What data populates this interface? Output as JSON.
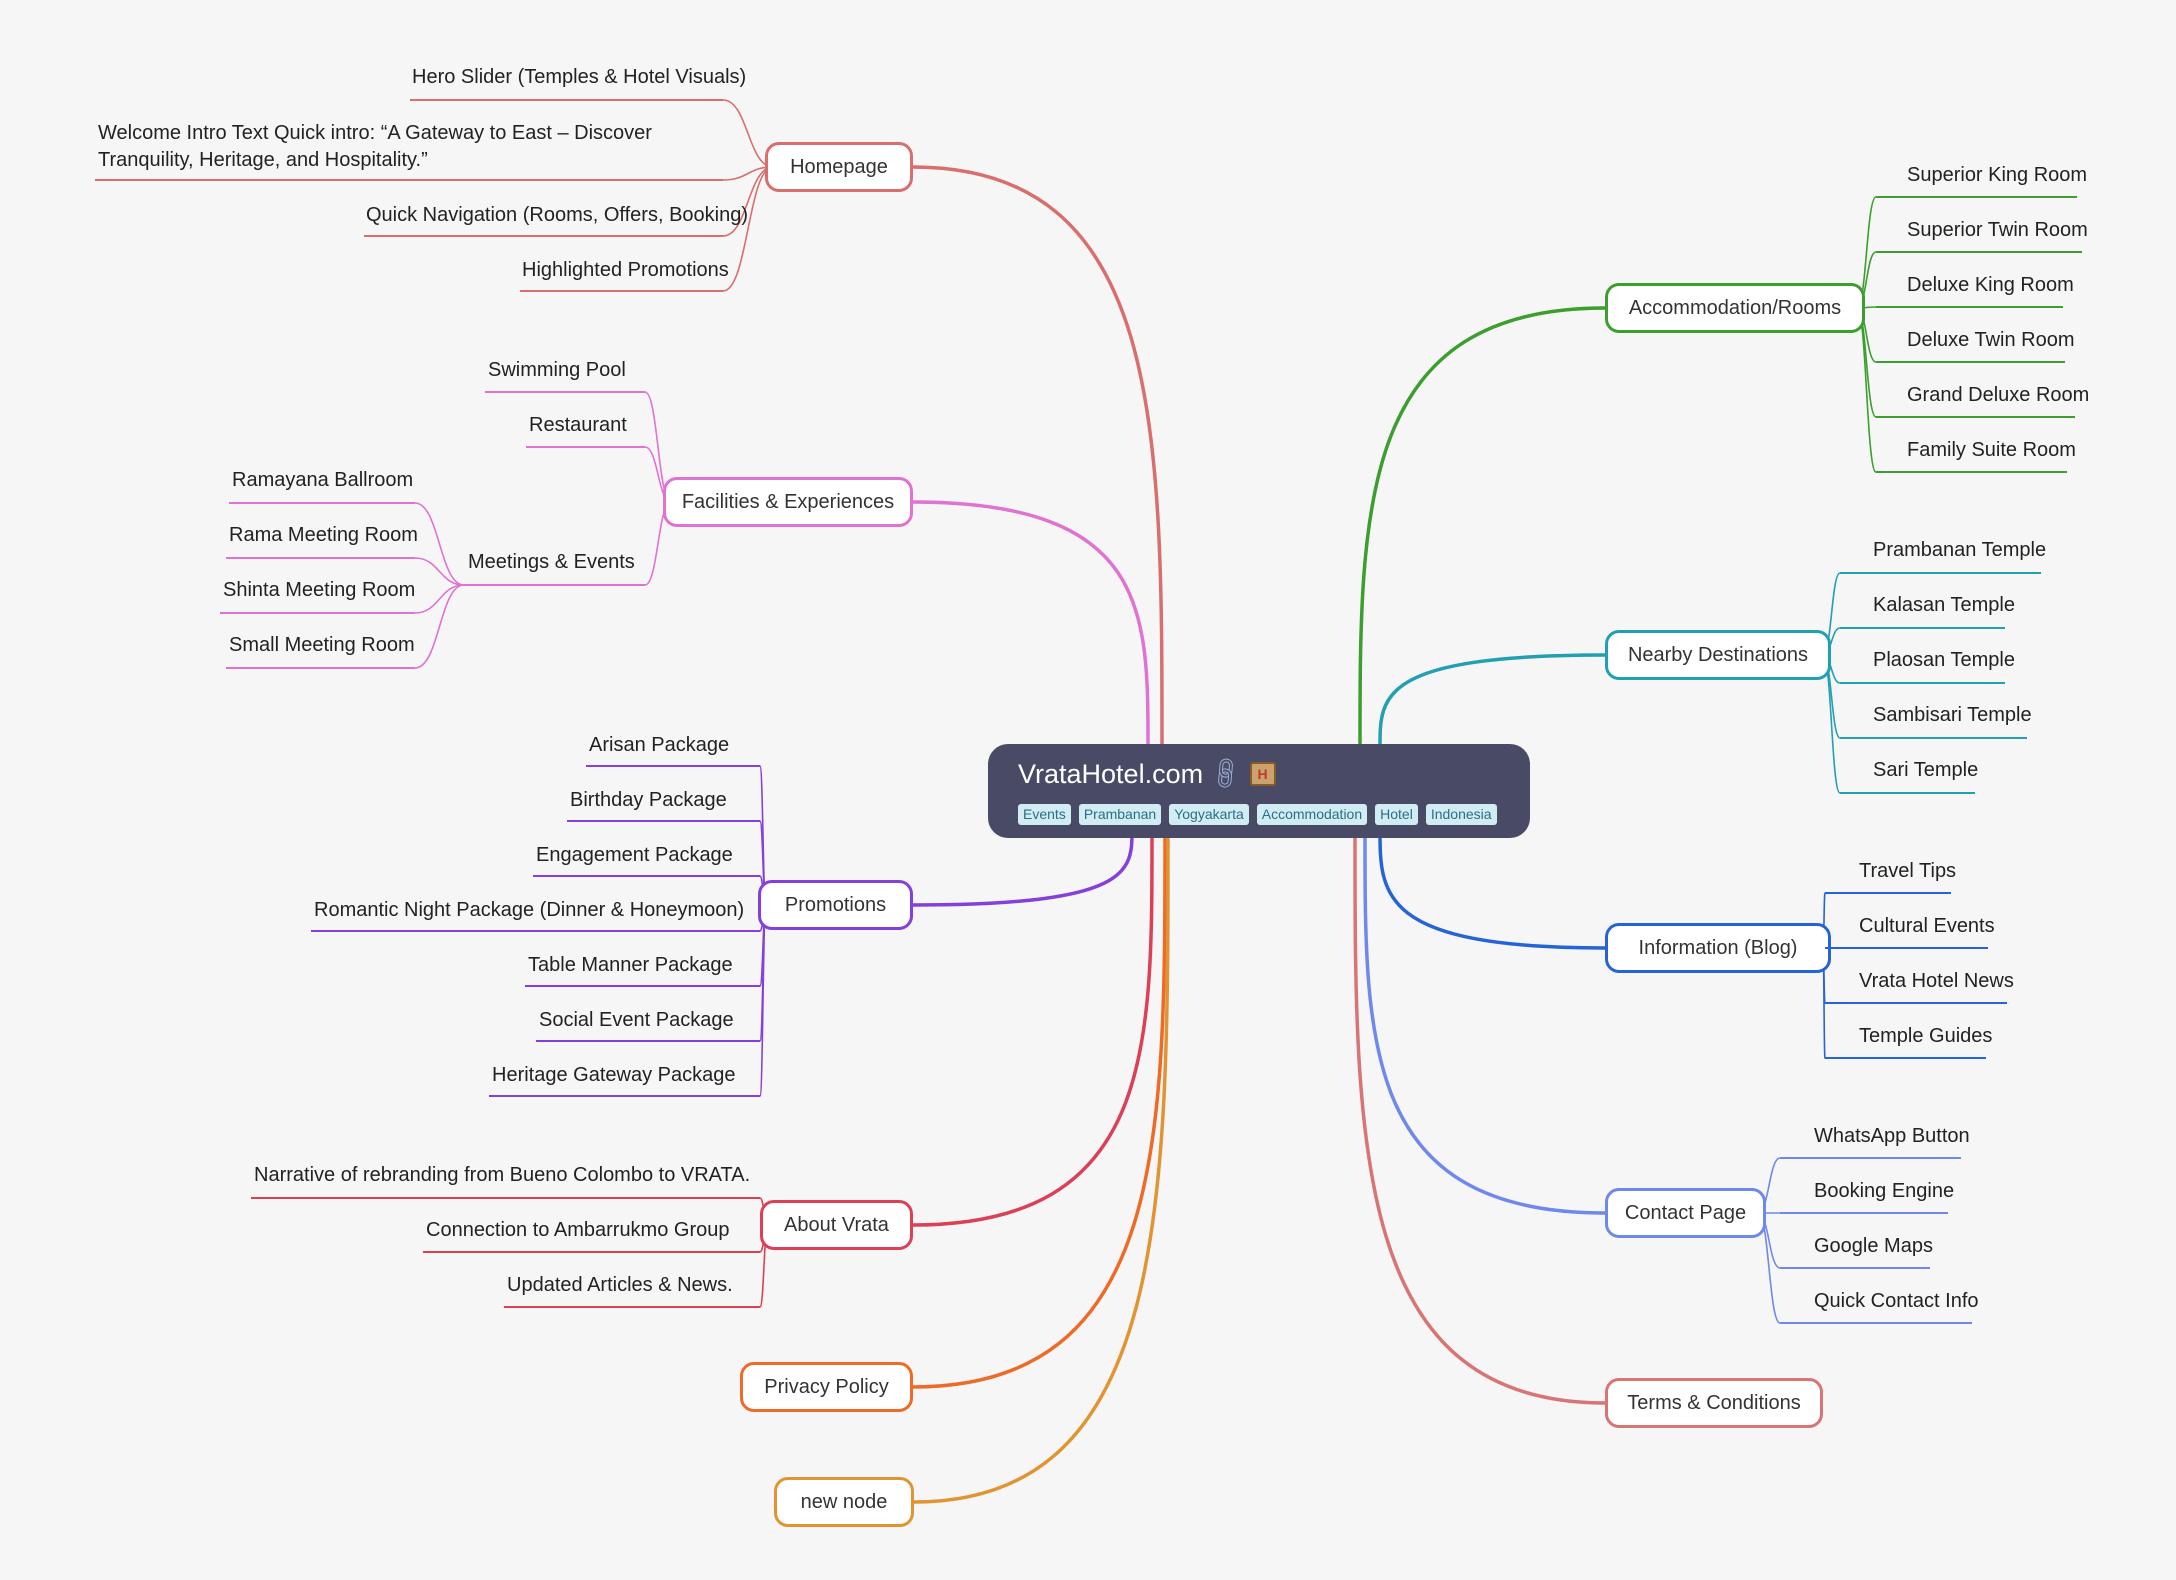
{
  "root": {
    "title": "VrataHotel.com",
    "icons": [
      "link-icon",
      "hotel-icon"
    ],
    "tags": [
      "Events",
      "Prambanan",
      "Yogyakarta",
      "Accommodation",
      "Hotel",
      "Indonesia"
    ]
  },
  "branches": [
    {
      "label": "Homepage",
      "color": "#d96e6e",
      "children": [
        {
          "label": "Hero Slider (Temples & Hotel Visuals)"
        },
        {
          "label": "Welcome Intro Text Quick intro:   “A Gateway to East – Discover Tranquility, Heritage, and Hospitality.”"
        },
        {
          "label": "Quick Navigation (Rooms, Offers, Booking)"
        },
        {
          "label": "Highlighted Promotions"
        }
      ]
    },
    {
      "label": "Facilities & Experiences",
      "color": "#e072d2",
      "children": [
        {
          "label": "Swimming Pool"
        },
        {
          "label": "Restaurant"
        },
        {
          "label": "Meetings & Events",
          "children": [
            {
              "label": "Ramayana Ballroom"
            },
            {
              "label": "Rama Meeting Room"
            },
            {
              "label": "Shinta Meeting Room"
            },
            {
              "label": "Small Meeting Room"
            }
          ]
        }
      ]
    },
    {
      "label": "Promotions",
      "color": "#8540dc",
      "children": [
        {
          "label": "Arisan Package"
        },
        {
          "label": "Birthday Package"
        },
        {
          "label": "Engagement Package"
        },
        {
          "label": "Romantic Night Package (Dinner & Honeymoon)"
        },
        {
          "label": "Table Manner Package"
        },
        {
          "label": "Social Event Package"
        },
        {
          "label": "Heritage Gateway Package"
        }
      ]
    },
    {
      "label": "About Vrata",
      "color": "#dc4057",
      "children": [
        {
          "label": "Narrative of rebranding from Bueno Colombo to VRATA."
        },
        {
          "label": "Connection to Ambarrukmo Group"
        },
        {
          "label": "Updated Articles & News."
        }
      ]
    },
    {
      "label": "Privacy Policy",
      "color": "#ee6a26",
      "children": []
    },
    {
      "label": "new node",
      "color": "#e19432",
      "children": []
    },
    {
      "label": "Accommodation/Rooms",
      "color": "#3c9e2e",
      "children": [
        {
          "label": "Superior King Room"
        },
        {
          "label": "Superior Twin Room"
        },
        {
          "label": "Deluxe King Room"
        },
        {
          "label": "Deluxe Twin Room"
        },
        {
          "label": "Grand Deluxe Room"
        },
        {
          "label": "Family Suite Room"
        }
      ]
    },
    {
      "label": "Nearby Destinations",
      "color": "#229fb3",
      "children": [
        {
          "label": "Prambanan Temple"
        },
        {
          "label": "Kalasan Temple"
        },
        {
          "label": "Plaosan Temple"
        },
        {
          "label": "Sambisari Temple"
        },
        {
          "label": "Sari Temple"
        }
      ]
    },
    {
      "label": "Information (Blog)",
      "color": "#2663d6",
      "children": [
        {
          "label": "Travel Tips"
        },
        {
          "label": "Cultural Events"
        },
        {
          "label": "Vrata Hotel News"
        },
        {
          "label": "Temple Guides"
        }
      ]
    },
    {
      "label": "Contact Page",
      "color": "#6f88ec",
      "children": [
        {
          "label": "WhatsApp Button"
        },
        {
          "label": "Booking Engine"
        },
        {
          "label": "Google Maps"
        },
        {
          "label": "Quick Contact Info"
        }
      ]
    },
    {
      "label": "Terms & Conditions",
      "color": "#d97474",
      "children": []
    }
  ]
}
